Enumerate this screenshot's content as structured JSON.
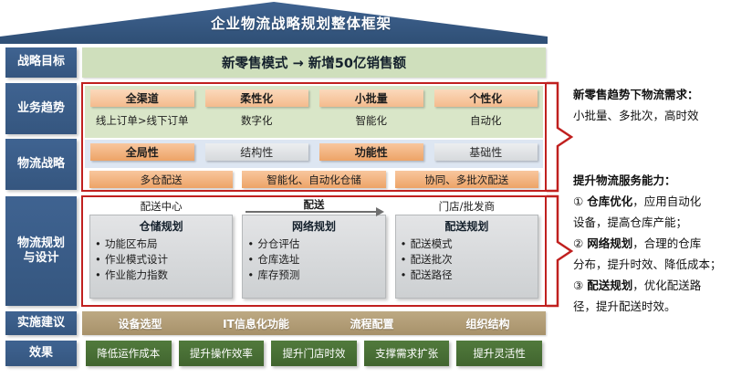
{
  "header": {
    "title": "企业物流战略规划整体框架"
  },
  "sidebar": {
    "items": [
      {
        "label": "战略目标"
      },
      {
        "label": "业务趋势"
      },
      {
        "label": "物流战略"
      },
      {
        "label": "物流规划\n与设计"
      },
      {
        "label": "实施建议"
      },
      {
        "label": "效果"
      }
    ]
  },
  "goal": {
    "text": "新零售模式 → 新增50亿销售额"
  },
  "trends": {
    "pills": [
      "全渠道",
      "柔性化",
      "小批量",
      "个性化"
    ],
    "subs": [
      "线上订单>线下订单",
      "数字化",
      "智能化",
      "自动化"
    ]
  },
  "strategy": {
    "pills": [
      {
        "label": "全局性",
        "style": "strong"
      },
      {
        "label": "结构性",
        "style": "grey"
      },
      {
        "label": "功能性",
        "style": "strong"
      },
      {
        "label": "基础性",
        "style": "grey"
      }
    ],
    "tags": [
      "多仓配送",
      "智能化、自动化仓储",
      "协同、多批次配送"
    ]
  },
  "planning": {
    "headers": [
      "配送中心",
      "配送",
      "门店/批发商"
    ],
    "columns": [
      {
        "title": "仓储规划",
        "items": [
          "功能区布局",
          "作业模式设计",
          "作业能力指数"
        ]
      },
      {
        "title": "网络规划",
        "items": [
          "分仓评估",
          "仓库选址",
          "库存预测"
        ]
      },
      {
        "title": "配送规划",
        "items": [
          "配送模式",
          "配送批次",
          "配送路径"
        ]
      }
    ]
  },
  "implementation": {
    "items": [
      "设备选型",
      "IT信息化功能",
      "流程配置",
      "组织结构"
    ]
  },
  "effects": {
    "items": [
      "降低运作成本",
      "提升操作效率",
      "提升门店时效",
      "支撑需求扩张",
      "提升灵活性"
    ]
  },
  "notes": {
    "demand": {
      "title": "新零售趋势下物流需求：",
      "line1": "小批量、多批次，高时效"
    },
    "capability": {
      "title": "提升物流服务能力：",
      "line1_a": "① ",
      "line1_b": "仓库优化",
      "line1_c": "，应用自动化",
      "line2": "设备，提高仓库产能；",
      "line3_a": "② ",
      "line3_b": "网络规划",
      "line3_c": "，合理的仓库",
      "line4": "分布，提升时效、降低成本；",
      "line5_a": "③ ",
      "line5_b": "配送规划",
      "line5_c": "，优化配送路",
      "line6": "径，提升配送时效。"
    }
  },
  "colors": {
    "brand_blue": "#3f6391",
    "goal_green": "#cfdfbc",
    "trend_bg": "#d9e6c8",
    "strategy_bg": "#dde6f2",
    "peach": "#f4bb8d",
    "khaki": "#b09a6b",
    "effect_green": "#4a7038",
    "bracket_red": "#c0201f"
  }
}
